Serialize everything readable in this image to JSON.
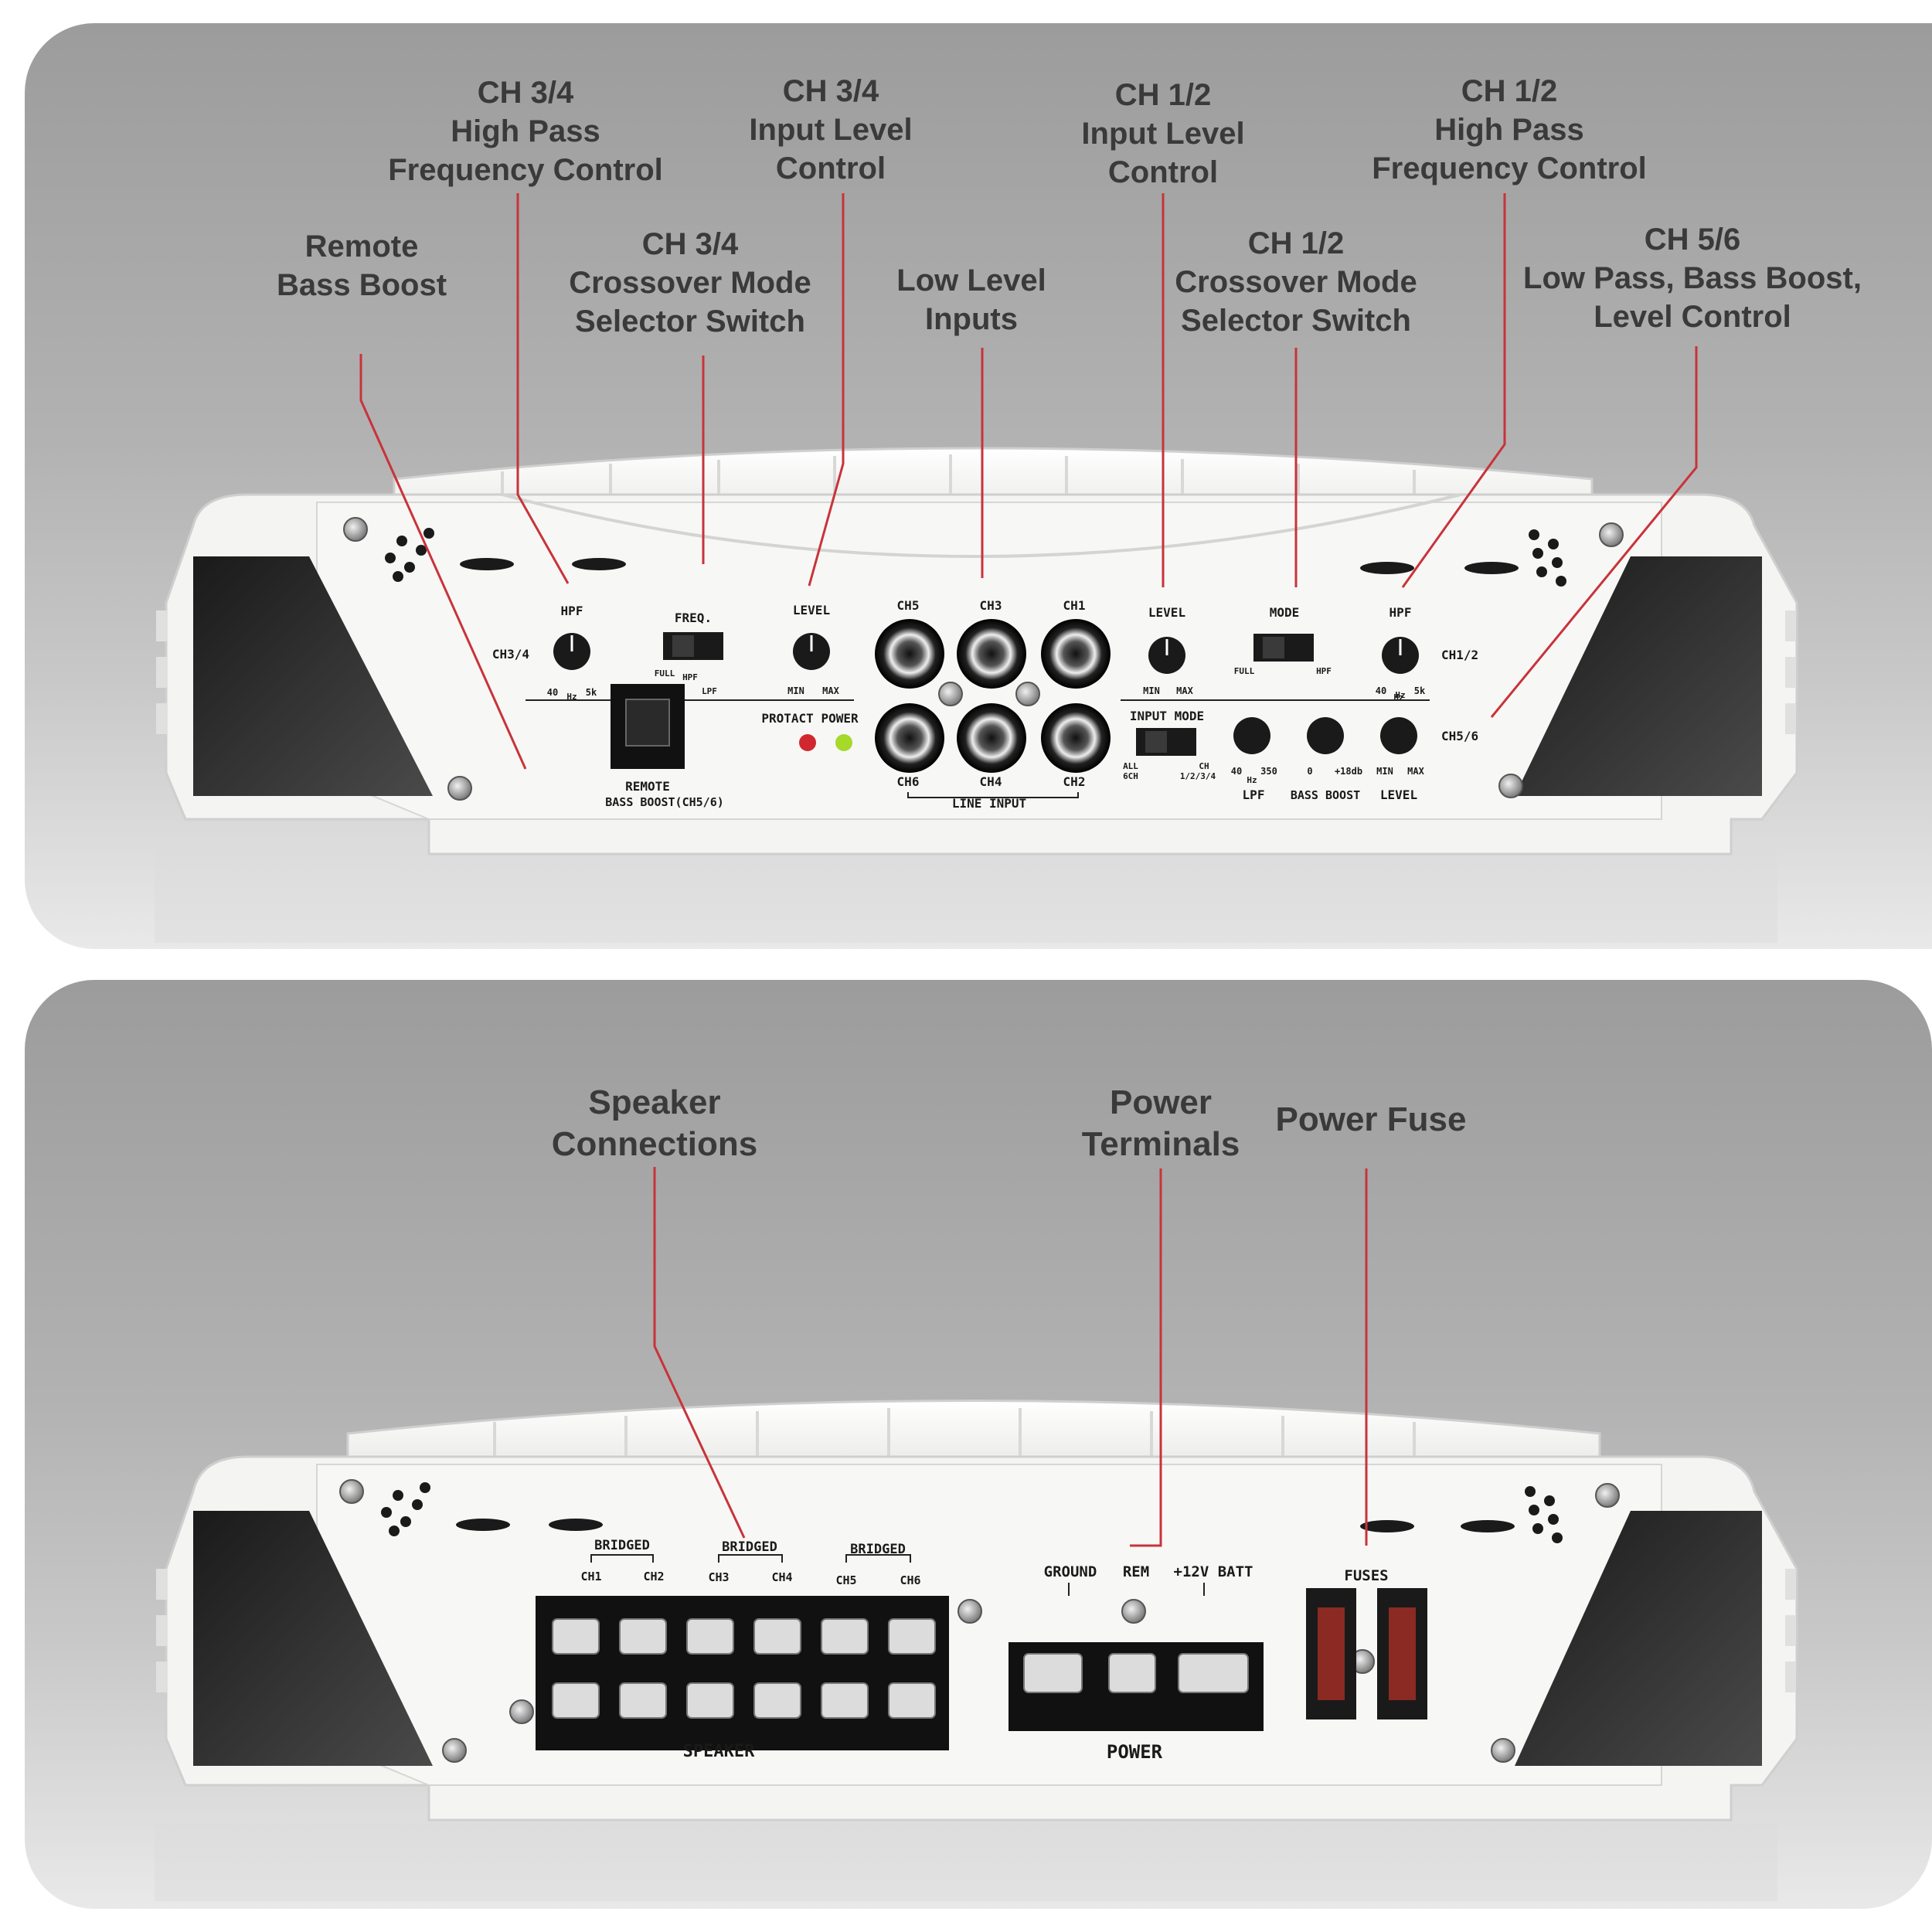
{
  "top_panel": {
    "callouts": [
      {
        "lines": [
          "Remote",
          "Bass Boost"
        ]
      },
      {
        "lines": [
          "CH 3/4",
          "High Pass",
          "Frequency Control"
        ]
      },
      {
        "lines": [
          "CH 3/4",
          "Crossover Mode",
          "Selector Switch"
        ]
      },
      {
        "lines": [
          "CH 3/4",
          "Input Level",
          "Control"
        ]
      },
      {
        "lines": [
          "Low Level",
          "Inputs"
        ]
      },
      {
        "lines": [
          "CH 1/2",
          "Input Level",
          "Control"
        ]
      },
      {
        "lines": [
          "CH 1/2",
          "Crossover Mode",
          "Selector Switch"
        ]
      },
      {
        "lines": [
          "CH 1/2",
          "High Pass",
          "Frequency Control"
        ]
      },
      {
        "lines": [
          "CH 5/6",
          "Low Pass, Bass Boost,",
          "Level Control"
        ]
      }
    ],
    "device_labels": {
      "hpf_left": "HPF",
      "ch34": "CH3/4",
      "hpf_left_min": "40",
      "hpf_left_hz": "Hz",
      "hpf_left_max": "5k",
      "freq": "FREQ.",
      "freq_full": "FULL",
      "freq_hpf": "HPF",
      "freq_lpf": "LPF",
      "level_left": "LEVEL",
      "level_left_min": "MIN",
      "level_left_max": "MAX",
      "protect_power": "PROTACT POWER",
      "remote": "REMOTE",
      "bass_boost_ch56": "BASS BOOST(CH5/6)",
      "ch5": "CH5",
      "ch3": "CH3",
      "ch1": "CH1",
      "ch6": "CH6",
      "ch4": "CH4",
      "ch2": "CH2",
      "line_input": "LINE INPUT",
      "level_right": "LEVEL",
      "level_right_min": "MIN",
      "level_right_max": "MAX",
      "mode": "MODE",
      "mode_full": "FULL",
      "mode_hpf": "HPF",
      "hpf_right": "HPF",
      "ch12": "CH1/2",
      "hpf_right_min": "40",
      "hpf_right_hz": "Hz",
      "hpf_right_max": "5k",
      "input_mode": "INPUT MODE",
      "input_mode_all": "ALL",
      "input_mode_6ch": "6CH",
      "input_mode_ch": "CH",
      "input_mode_1234": "1/2/3/4",
      "lpf_min": "40",
      "lpf_hz": "Hz",
      "lpf_max": "350",
      "lpf": "LPF",
      "bb_min": "0",
      "bb_max": "+18db",
      "bass_boost": "BASS BOOST",
      "lvl56_min": "MIN",
      "lvl56_max": "MAX",
      "lvl56_hz": "Hz",
      "level_56": "LEVEL",
      "ch56": "CH5/6"
    }
  },
  "bottom_panel": {
    "callouts": [
      {
        "lines": [
          "Speaker",
          "Connections"
        ]
      },
      {
        "lines": [
          "Power",
          "Terminals"
        ]
      },
      {
        "lines": [
          "Power Fuse"
        ]
      }
    ],
    "device_labels": {
      "bridged_1": "BRIDGED",
      "bridged_2": "BRIDGED",
      "bridged_3": "BRIDGED",
      "ch1": "CH1",
      "ch2": "CH2",
      "ch3": "CH3",
      "ch4": "CH4",
      "ch5": "CH5",
      "ch6": "CH6",
      "speaker": "SPEAKER",
      "ground": "GROUND",
      "rem": "REM",
      "batt": "+12V BATT",
      "power": "POWER",
      "fuses": "FUSES"
    }
  },
  "colors": {
    "leader_line": "#c8333a",
    "callout_text": "#3a3a3a",
    "amp_body": "#f4f4f2",
    "port_dark": "#2a2a2a",
    "led_red": "#d0282e",
    "led_green": "#a6d92a"
  }
}
